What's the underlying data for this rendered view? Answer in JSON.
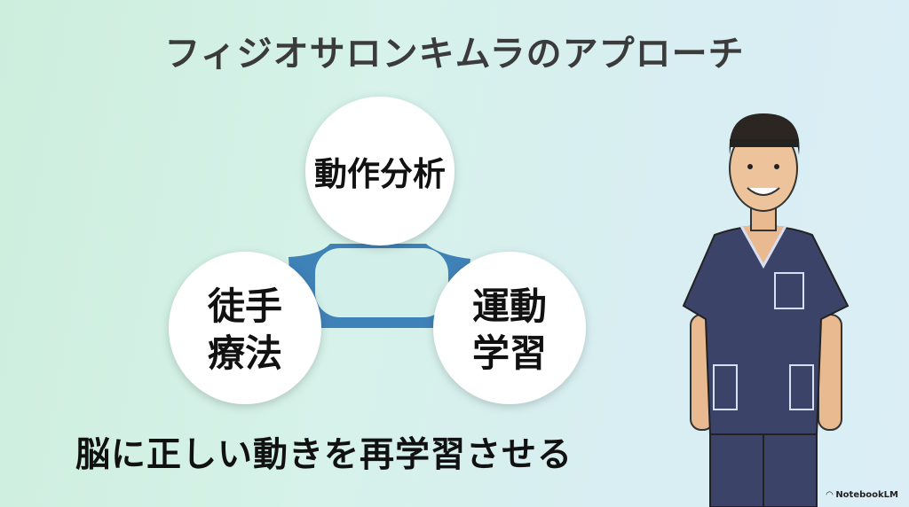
{
  "title": "フィジオサロンキムラのアプローチ",
  "circles": {
    "top": "動作分析",
    "left": [
      "徒手",
      "療法"
    ],
    "right": [
      "運動",
      "学習"
    ]
  },
  "subtitle": "脳に正しい動きを再学習させる",
  "brand": "NotebookLM",
  "colors": {
    "connector": "#3f82b8",
    "scrubs": "#3b4468"
  }
}
